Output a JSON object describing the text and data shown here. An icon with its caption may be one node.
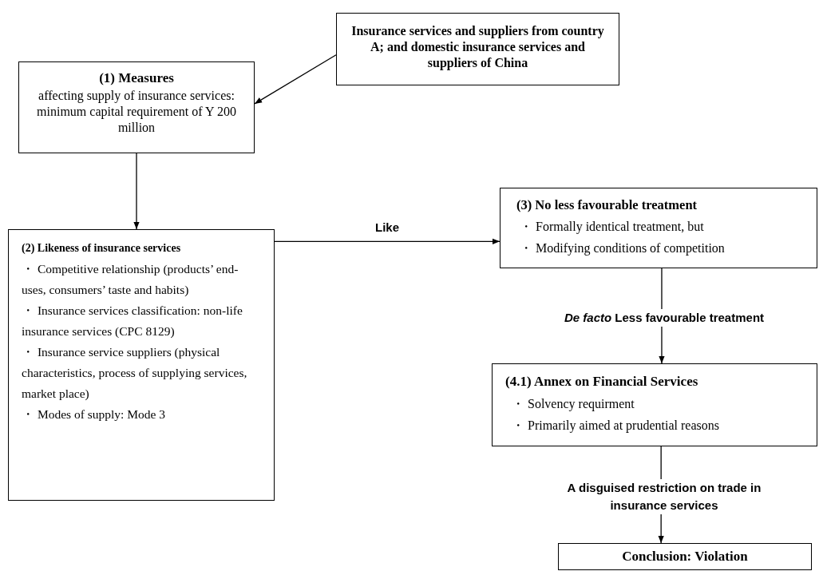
{
  "diagram": {
    "nodes": [
      {
        "text": [
          "Insurance services and suppliers from country A; and domestic insurance services and suppliers of China"
        ]
      },
      {
        "text": [
          "(1) Measures",
          "affecting supply of insurance services: minimum capital requirement of Y 200 million"
        ]
      },
      {
        "text": [
          "(2) Likeness of insurance services",
          "・ Competitive relationship (products’ end-uses, consumers’ taste and habits)",
          "・ Insurance services classification: non-life insurance services (CPC 8129)",
          "・ Insurance service suppliers (physical characteristics, process of supplying services, market place)",
          "・ Modes of supply: Mode 3"
        ]
      },
      {
        "text": [
          "(3) No less favourable treatment",
          "・ Formally identical treatment, but",
          "・ Modifying conditions of competition"
        ]
      },
      {
        "text": [
          "(4.1) Annex on Financial Services",
          "・ Solvency requirment",
          "・ Primarily aimed at prudential reasons"
        ]
      },
      {
        "text": [
          "Conclusion: Violation"
        ]
      }
    ],
    "edges": [
      {
        "from": 0,
        "to": 1,
        "arrow": "to"
      },
      {
        "from": 1,
        "to": 2,
        "arrow": "to"
      },
      {
        "from": 2,
        "to": 3,
        "arrow": "to",
        "label": "Like"
      },
      {
        "from": 3,
        "to": 4,
        "arrow": "to",
        "label": "*De facto* Less favourable treatment"
      },
      {
        "from": 4,
        "to": 5,
        "arrow": "to",
        "label": "A disguised restriction on trade in insurance services"
      }
    ]
  }
}
